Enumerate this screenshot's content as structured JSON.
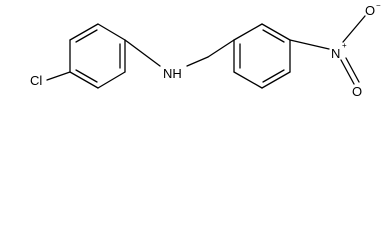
{
  "structure": {
    "atoms": {
      "chlorine": "Cl",
      "amine": "NH",
      "nitro_nitrogen": "N",
      "nitro_charge_plus": "+",
      "nitro_oxygen_top": "O",
      "nitro_charge_minus": "−",
      "nitro_oxygen_bottom": "O"
    }
  }
}
